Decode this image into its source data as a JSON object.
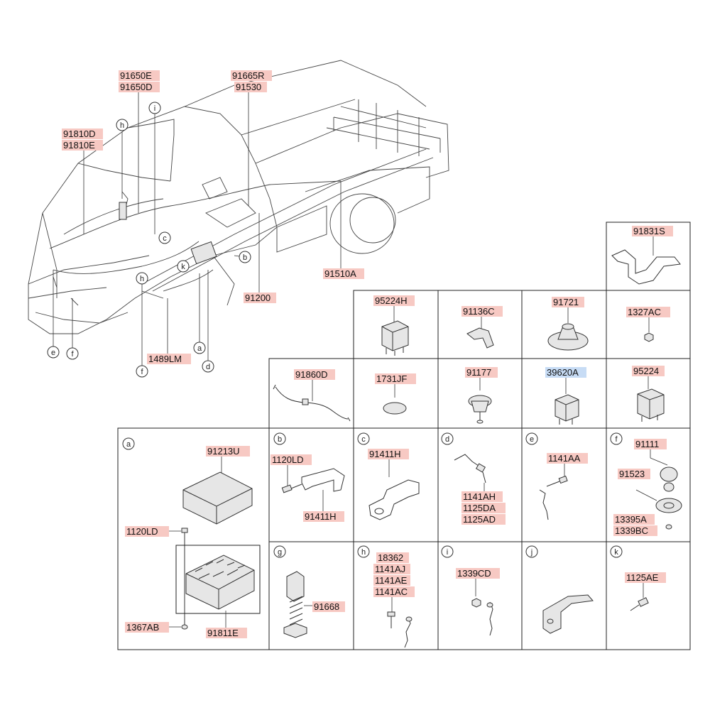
{
  "truck_labels": [
    {
      "id": "t1",
      "text": "91650E"
    },
    {
      "id": "t2",
      "text": "91650D"
    },
    {
      "id": "t3",
      "text": "91665R"
    },
    {
      "id": "t4",
      "text": "91530"
    },
    {
      "id": "t5",
      "text": "91810D"
    },
    {
      "id": "t6",
      "text": "91810E"
    },
    {
      "id": "t7",
      "text": "91510A"
    },
    {
      "id": "t8",
      "text": "91200"
    },
    {
      "id": "t9",
      "text": "1489LM"
    }
  ],
  "truck_callouts": [
    "h",
    "i",
    "c",
    "b",
    "k",
    "h",
    "e",
    "f",
    "f",
    "a",
    "d"
  ],
  "cells": [
    {
      "id": "c91831s",
      "letter": "",
      "labels": [
        "91831S"
      ]
    },
    {
      "id": "c95224h",
      "letter": "",
      "labels": [
        "95224H"
      ]
    },
    {
      "id": "c91136c",
      "letter": "",
      "labels": [
        "91136C"
      ]
    },
    {
      "id": "c91721",
      "letter": "",
      "labels": [
        "91721"
      ]
    },
    {
      "id": "c1327ac",
      "letter": "",
      "labels": [
        "1327AC"
      ]
    },
    {
      "id": "c91860d",
      "letter": "",
      "labels": [
        "91860D"
      ]
    },
    {
      "id": "c1731jf",
      "letter": "",
      "labels": [
        "1731JF"
      ]
    },
    {
      "id": "c91177",
      "letter": "",
      "labels": [
        "91177"
      ]
    },
    {
      "id": "c39620a",
      "letter": "",
      "labels": [
        "39620A"
      ],
      "highlight": "blue"
    },
    {
      "id": "c95224",
      "letter": "",
      "labels": [
        "95224"
      ]
    },
    {
      "id": "ca",
      "letter": "a",
      "labels": [
        "91213U",
        "1120LD",
        "1367AB",
        "91811E"
      ]
    },
    {
      "id": "cb",
      "letter": "b",
      "labels": [
        "1120LD",
        "91411H"
      ]
    },
    {
      "id": "cc",
      "letter": "c",
      "labels": [
        "91411H"
      ]
    },
    {
      "id": "cd",
      "letter": "d",
      "labels": [
        "1141AH",
        "1125DA",
        "1125AD"
      ]
    },
    {
      "id": "ce",
      "letter": "e",
      "labels": [
        "1141AA"
      ]
    },
    {
      "id": "cf",
      "letter": "f",
      "labels": [
        "91111",
        "91523",
        "13395A",
        "1339BC"
      ]
    },
    {
      "id": "cg",
      "letter": "g",
      "labels": [
        "91668"
      ]
    },
    {
      "id": "ch",
      "letter": "h",
      "labels": [
        "18362",
        "1141AJ",
        "1141AE",
        "1141AC"
      ]
    },
    {
      "id": "ci",
      "letter": "i",
      "labels": [
        "1339CD"
      ]
    },
    {
      "id": "cj",
      "letter": "j",
      "labels": []
    },
    {
      "id": "ck",
      "letter": "k",
      "labels": [
        "1125AE"
      ]
    }
  ],
  "icons": {
    "truck": "pickup-truck-wiring-illustration",
    "relay": "relay-icon",
    "grommet": "grommet-icon",
    "bracket": "bracket-icon",
    "bolt": "bolt-icon",
    "fuse_box": "fuse-box-icon"
  },
  "colors": {
    "label_bg": "#f7c9c3",
    "label_highlight": "#c7dcf5",
    "line": "#222222"
  }
}
